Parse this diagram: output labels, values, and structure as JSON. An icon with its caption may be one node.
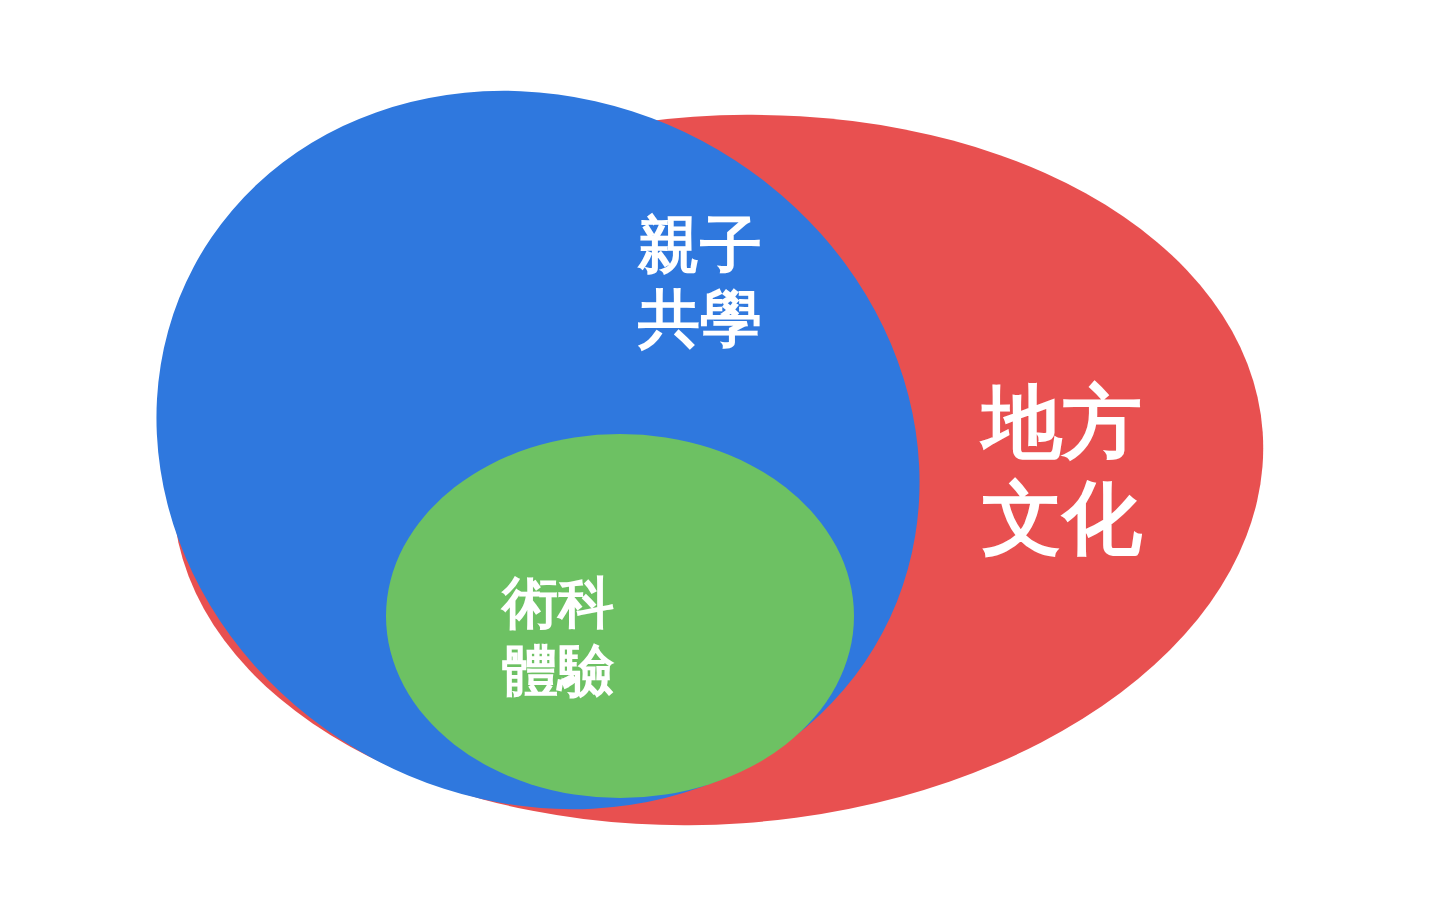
{
  "diagram": {
    "nodes": [
      {
        "text": [
          "地方文化"
        ]
      },
      {
        "text": [
          "親子共學"
        ],
        "in": 0
      },
      {
        "text": [
          "術科體驗"
        ],
        "in": 1
      }
    ]
  }
}
